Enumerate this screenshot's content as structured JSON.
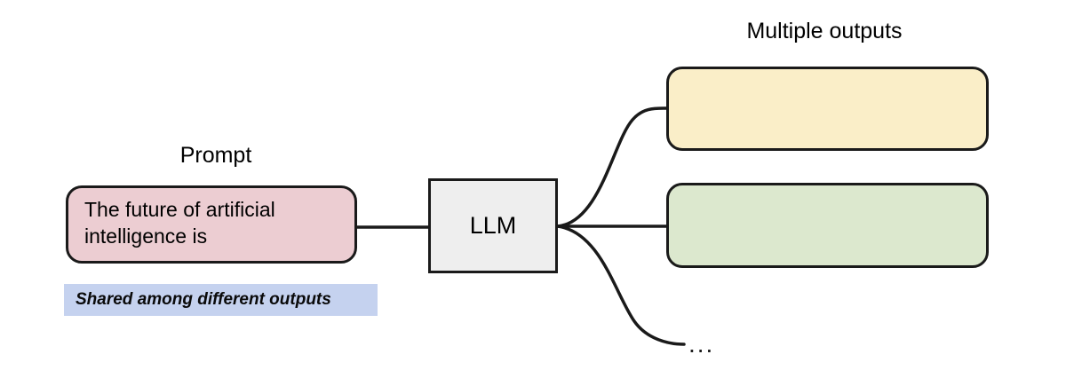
{
  "diagram": {
    "title_visible": false,
    "background_color": "#ffffff",
    "prompt": {
      "section_label": "Prompt",
      "box_text": "The future of artificial intelligence is",
      "fill_color": "#eccdd2",
      "border_color": "#1a1a1a"
    },
    "shared_note": {
      "text": "Shared among different outputs",
      "fill_color": "#c5d2ef",
      "text_color": "#0a0a0a"
    },
    "model": {
      "label": "LLM",
      "fill_color": "#eeeeee",
      "border_color": "#1a1a1a"
    },
    "outputs": {
      "section_label": "Multiple outputs",
      "ellipsis": "...",
      "items": [
        {
          "name": "output-one",
          "text": "",
          "fill_color": "#faeec8"
        },
        {
          "name": "output-two",
          "text": "",
          "fill_color": "#dce8ce"
        }
      ]
    },
    "connectors": {
      "stroke_color": "#1a1a1a",
      "prompt_to_model": "straight",
      "model_to_outputs": "curved-fan",
      "branch_count": 3
    }
  }
}
